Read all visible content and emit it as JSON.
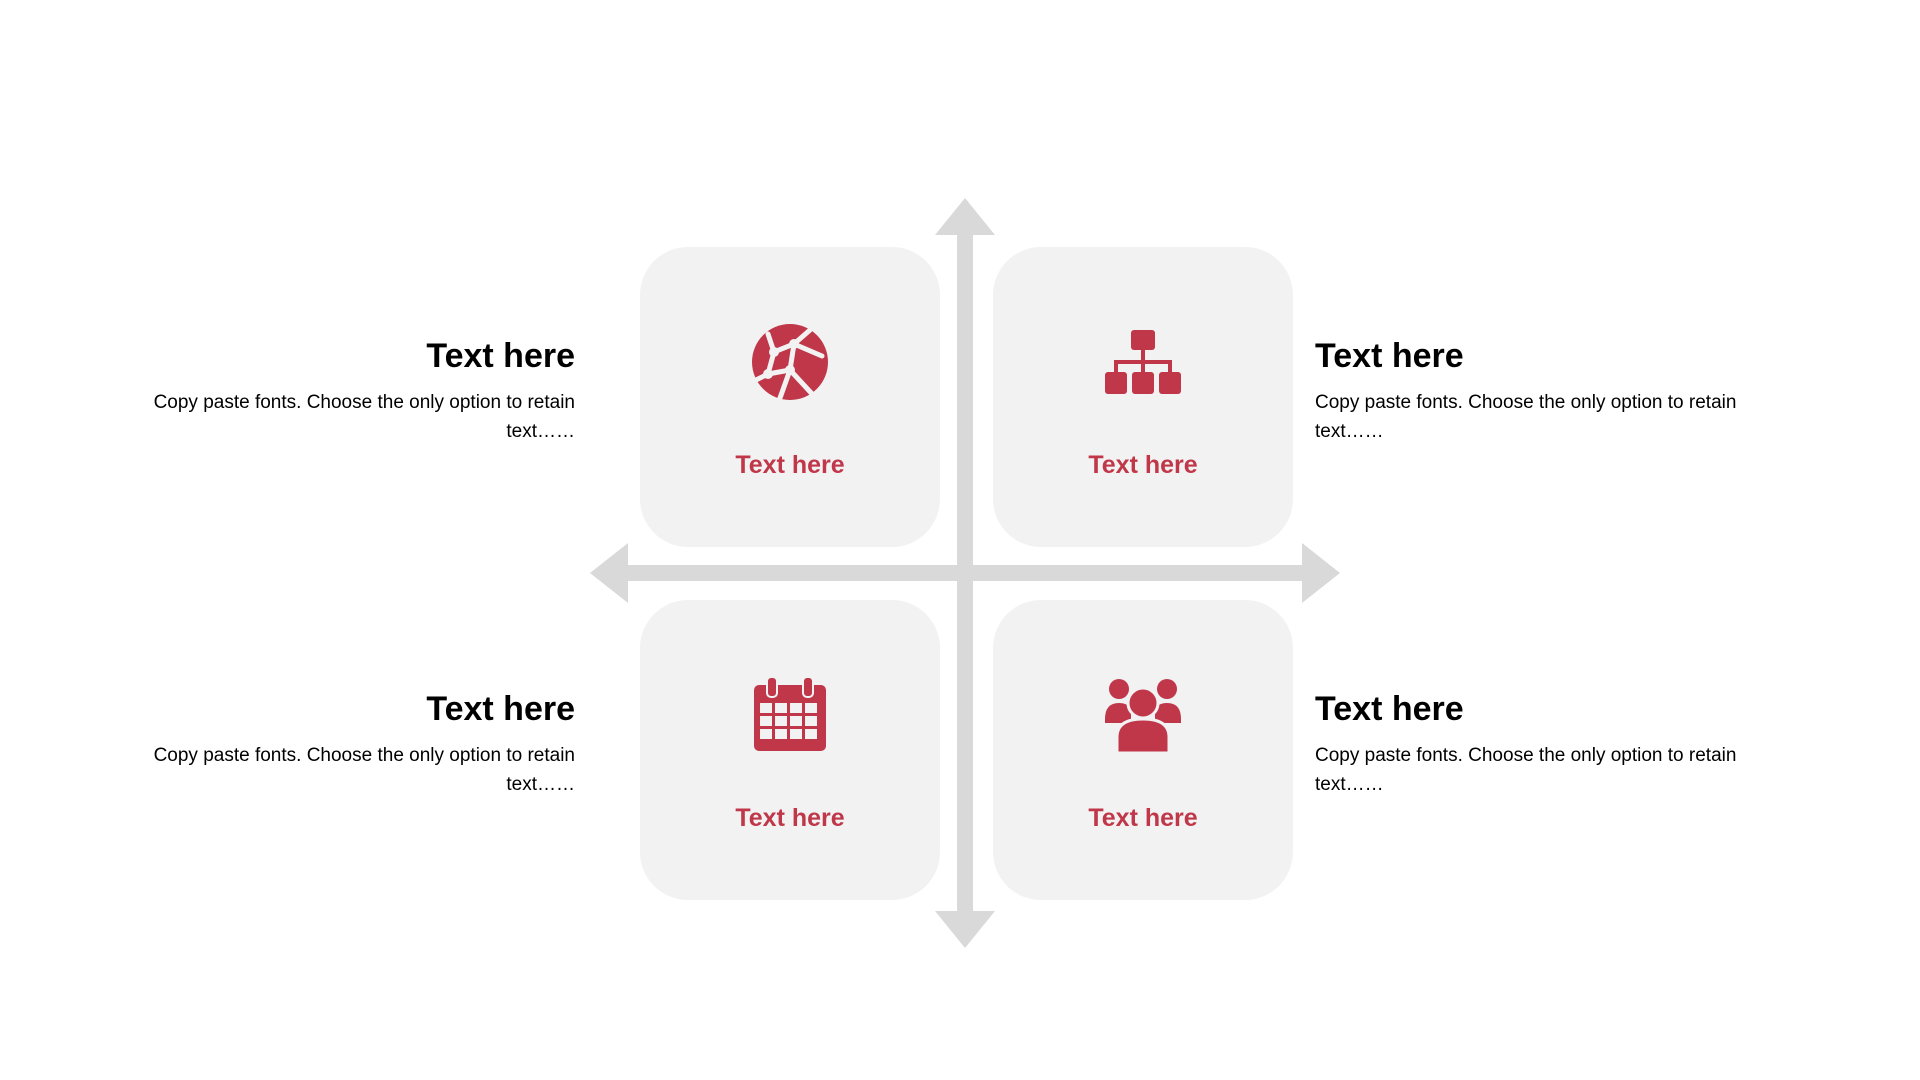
{
  "colors": {
    "accent": "#c0374a",
    "card_background": "#f2f2f2",
    "axis": "#d9d9d9",
    "text": "#000000"
  },
  "quadrants": {
    "top_left": {
      "icon": "globe-network-icon",
      "card_label": "Text here",
      "heading": "Text here",
      "body": "Copy paste fonts. Choose the only option to retain text……"
    },
    "top_right": {
      "icon": "org-chart-icon",
      "card_label": "Text here",
      "heading": "Text here",
      "body": "Copy paste fonts. Choose the only option to retain text……"
    },
    "bottom_left": {
      "icon": "calendar-icon",
      "card_label": "Text here",
      "heading": "Text here",
      "body": "Copy paste fonts. Choose the only option to retain text……"
    },
    "bottom_right": {
      "icon": "team-icon",
      "card_label": "Text here",
      "heading": "Text here",
      "body": "Copy paste fonts. Choose the only option to retain text……"
    }
  }
}
